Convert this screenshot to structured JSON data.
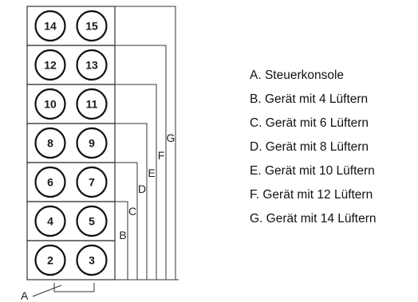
{
  "fan_units": [
    {
      "left": "14",
      "right": "15"
    },
    {
      "left": "12",
      "right": "13"
    },
    {
      "left": "10",
      "right": "11"
    },
    {
      "left": "8",
      "right": "9"
    },
    {
      "left": "6",
      "right": "7"
    },
    {
      "left": "4",
      "right": "5"
    },
    {
      "left": "2",
      "right": "3"
    }
  ],
  "brackets": [
    "B",
    "C",
    "D",
    "E",
    "F",
    "G"
  ],
  "console_label": "A",
  "legend": [
    "A. Steuerkonsole",
    "B. Gerät mit 4 Lüftern",
    "C. Gerät mit 6 Lüftern",
    "D. Gerät mit 8 Lüftern",
    "E. Gerät mit 10 Lüftern",
    "F. Gerät mit 12 Lüftern",
    "G. Gerät mit 14 Lüftern"
  ],
  "colors": {
    "line": "#333333",
    "circle_stroke": "#111111"
  }
}
